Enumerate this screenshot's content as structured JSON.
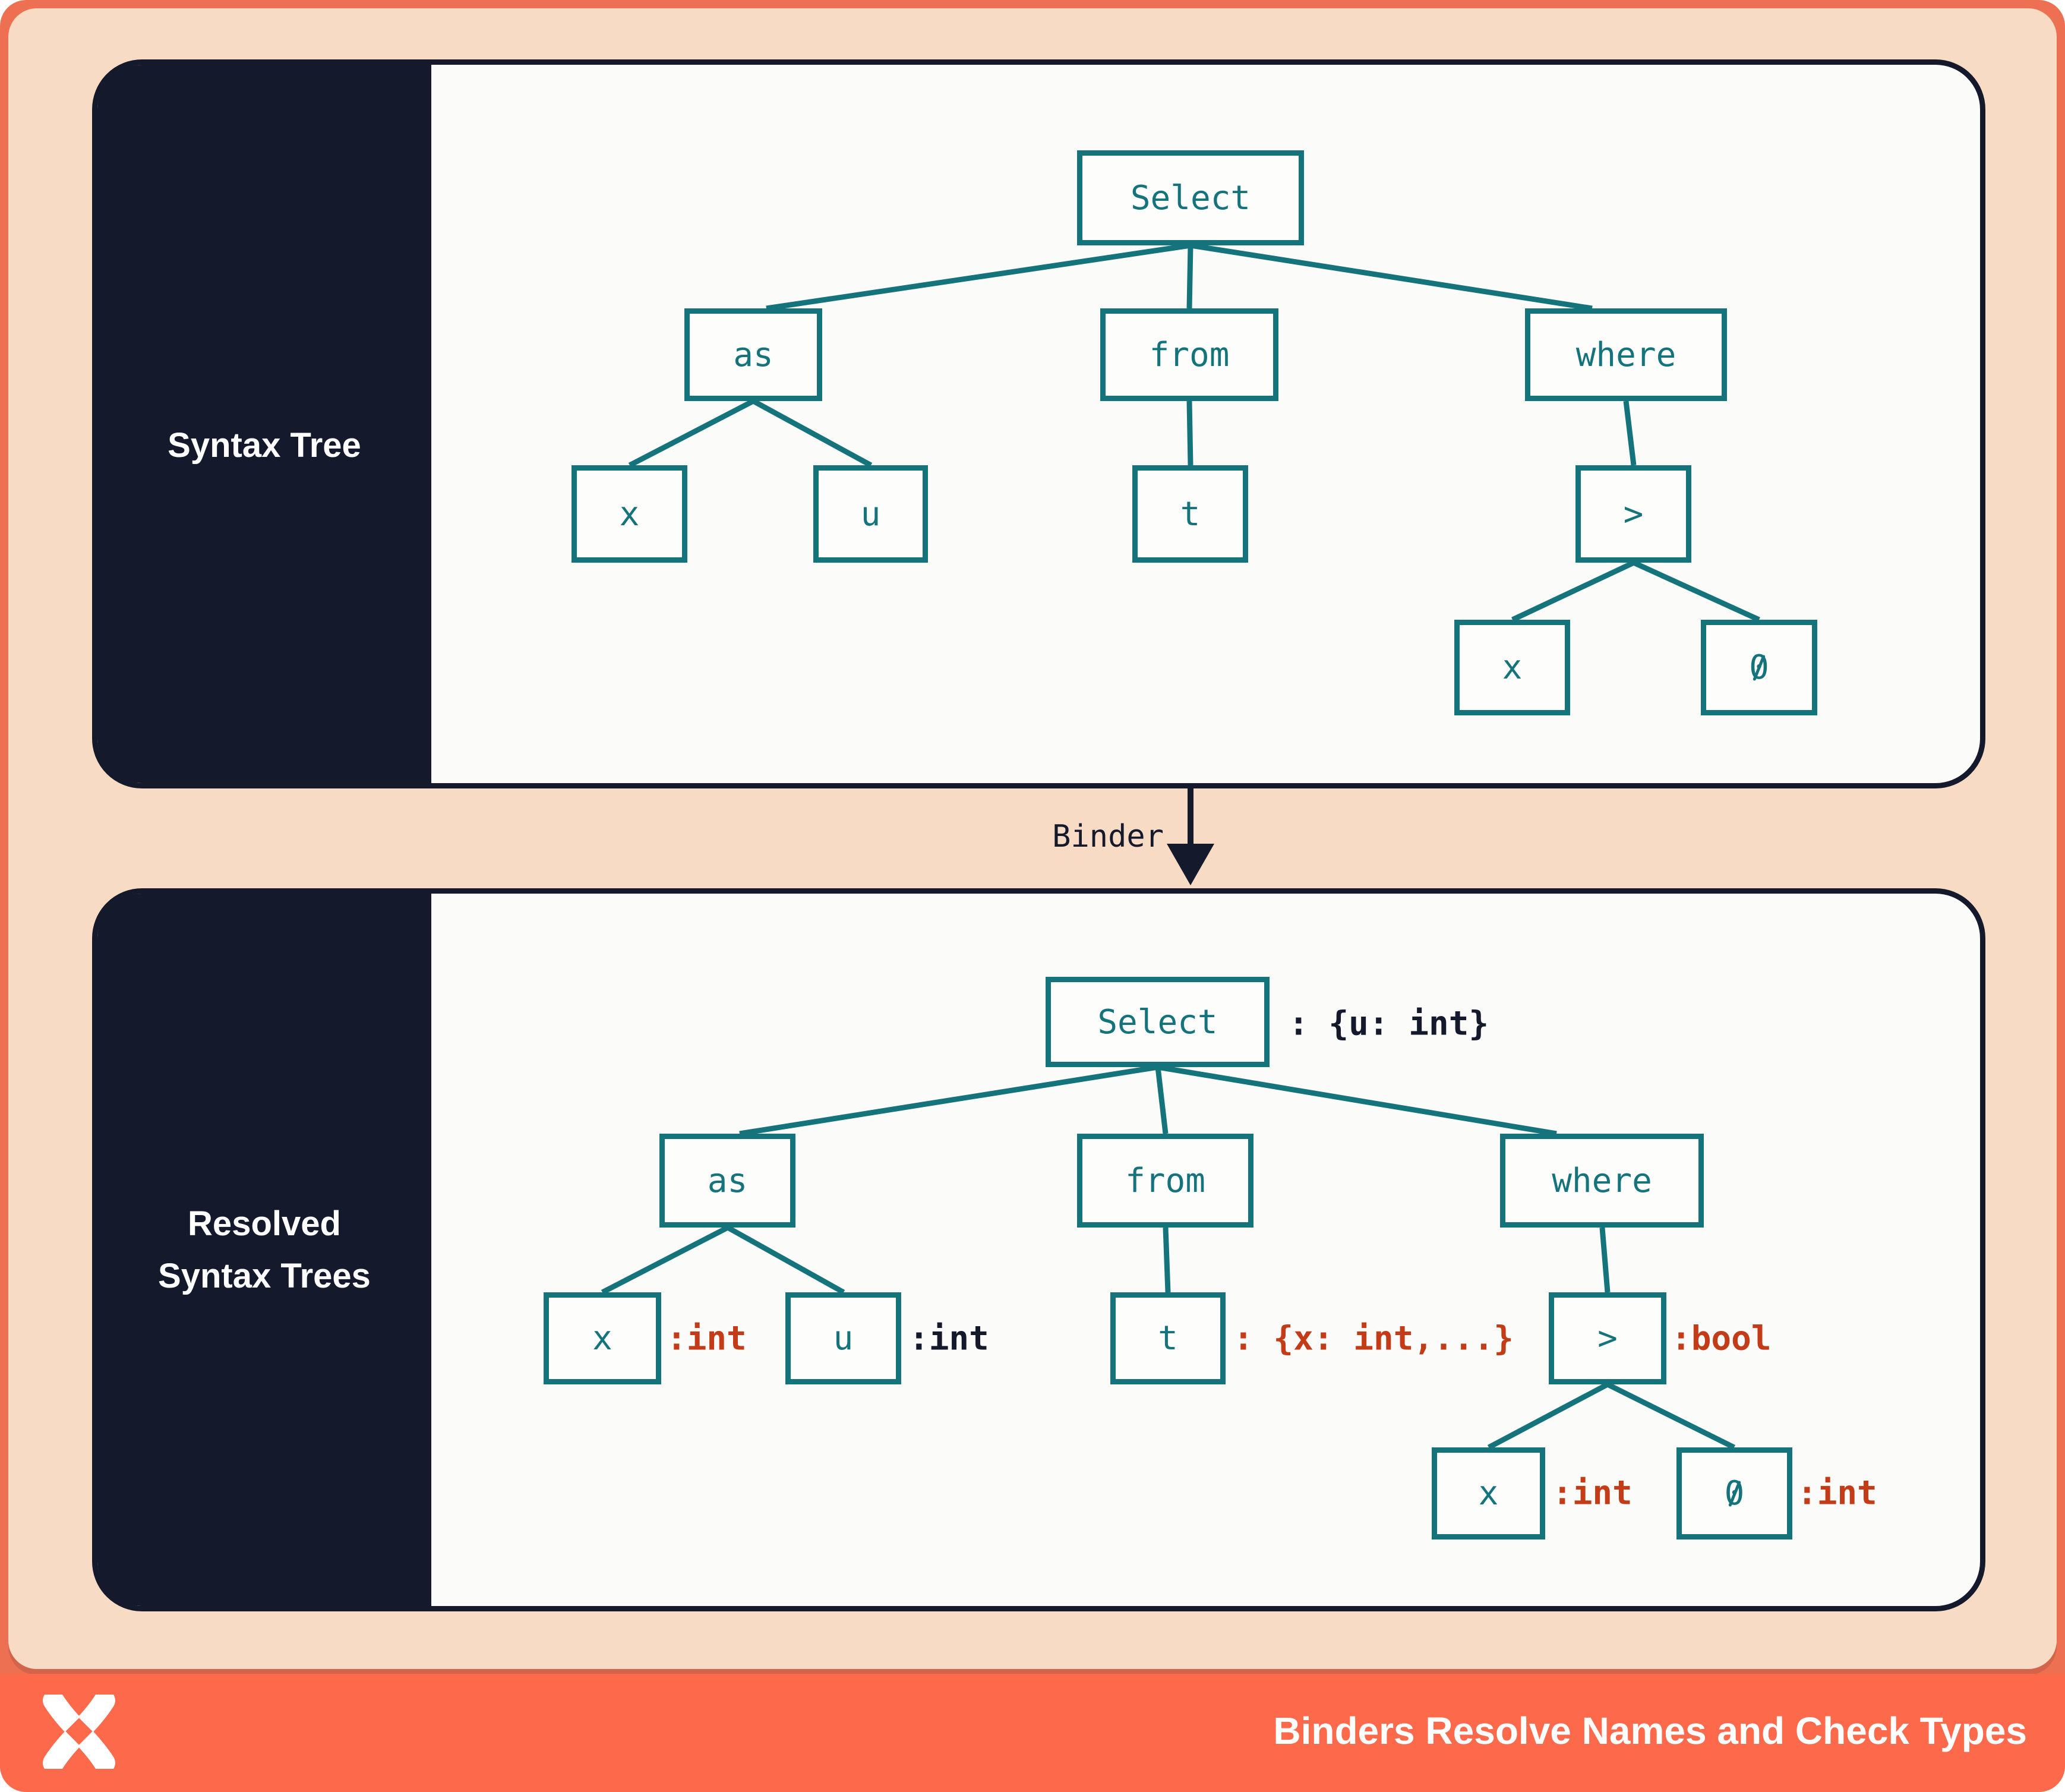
{
  "panels": {
    "top": {
      "title": "Syntax Tree"
    },
    "bottom": {
      "title_line1": "Resolved",
      "title_line2": "Syntax Trees"
    }
  },
  "binder": {
    "label": "Binder"
  },
  "footer": {
    "title": "Binders Resolve Names and Check Types",
    "logo": "x-mark-logo"
  },
  "colors": {
    "teal": "#15737C",
    "navy": "#141A2B",
    "red": "#C43B17",
    "frame_coral": "#ED7052",
    "footer_coral": "#FD6A4B",
    "peach": "#F8DBC5",
    "panel_bg": "#FBFBFA"
  },
  "syntax_tree": {
    "select": "Select",
    "as": "as",
    "from": "from",
    "where": "where",
    "x1": "x",
    "u": "u",
    "t": "t",
    "gt": ">",
    "x2": "x",
    "zero": "0"
  },
  "resolved_tree": {
    "select": "Select",
    "select_type": ": {u: int}",
    "as": "as",
    "from": "from",
    "where": "where",
    "x1": "x",
    "x1_type": ":int",
    "u": "u",
    "u_type": ":int",
    "t": "t",
    "t_type": ": {x: int,...}",
    "gt": ">",
    "gt_type": ":bool",
    "x2": "x",
    "x2_type": ":int",
    "zero": "0",
    "zero_type": ":int"
  }
}
